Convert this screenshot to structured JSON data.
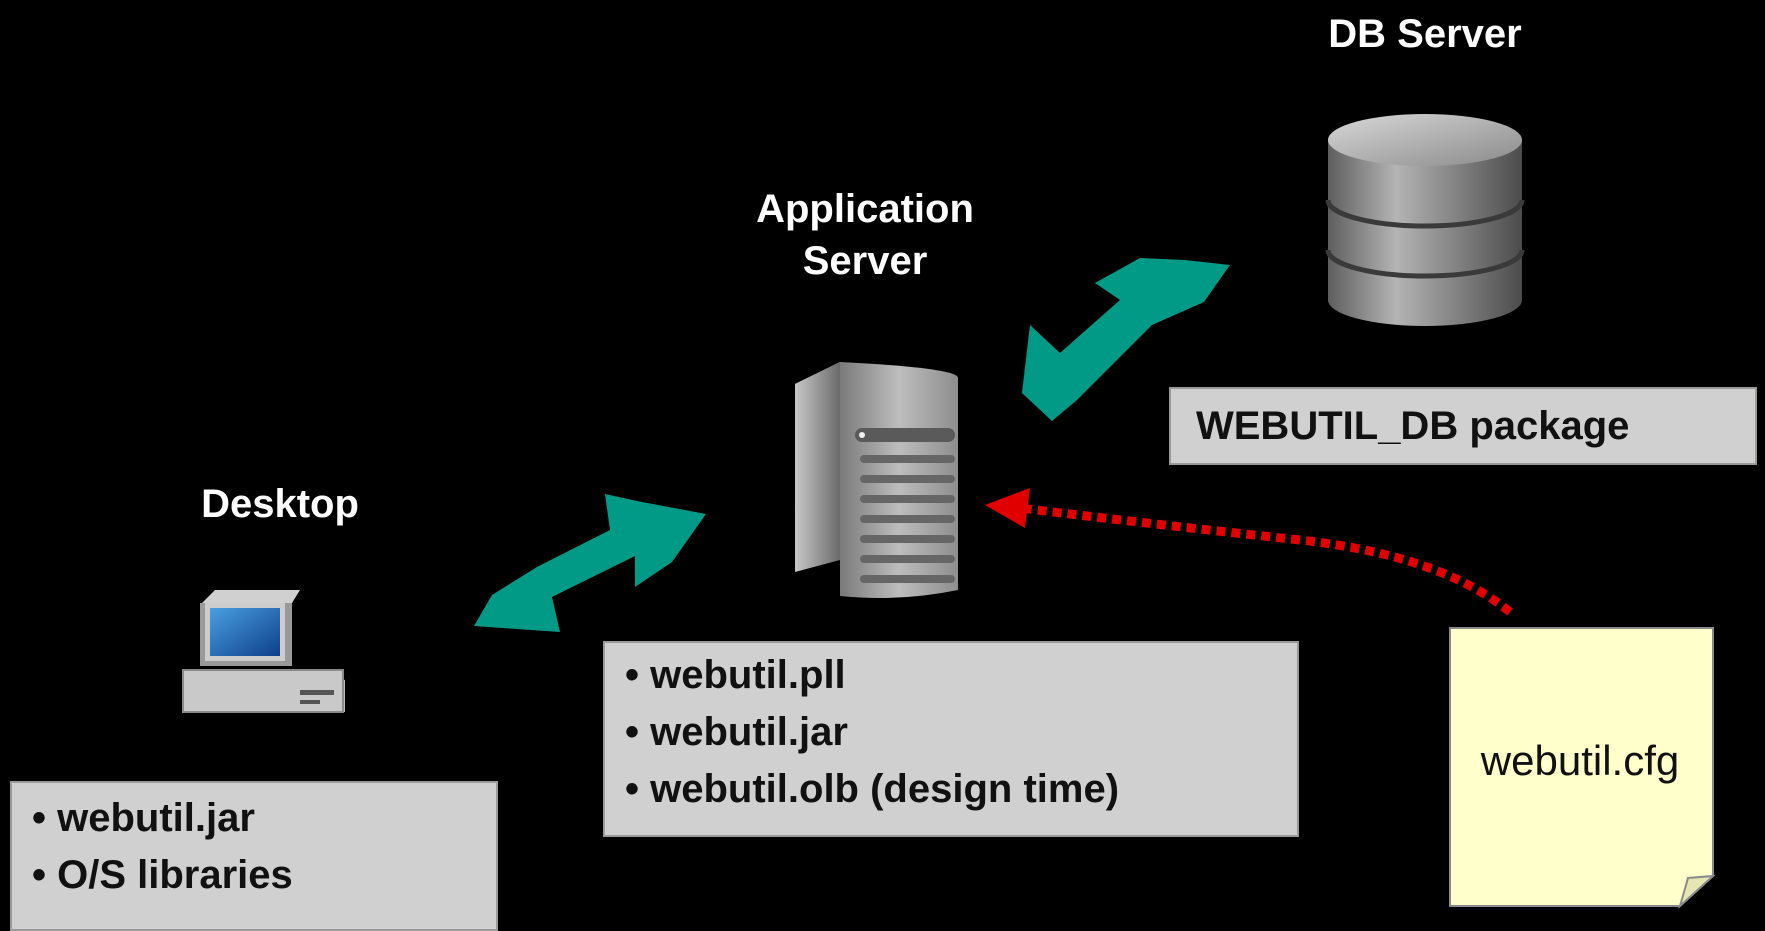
{
  "nodes": {
    "db_server": {
      "label": "DB Server"
    },
    "app_server": {
      "label_line1": "Application",
      "label_line2": "Server"
    },
    "desktop": {
      "label": "Desktop"
    }
  },
  "boxes": {
    "db_package": {
      "text": "WEBUTIL_DB package"
    },
    "app_files": {
      "items": [
        "webutil.pll",
        "webutil.jar",
        "webutil.olb (design time)"
      ]
    },
    "desktop_files": {
      "items": [
        "webutil.jar",
        "O/S libraries"
      ]
    }
  },
  "config_file": {
    "label": "webutil.cfg"
  },
  "colors": {
    "background": "#000000",
    "arrow_teal": "#009a87",
    "arrow_config": "#e00000",
    "box_fill": "#d0d0d0",
    "note_fill": "#ffffcc"
  },
  "icons": {
    "database": "database-icon",
    "server": "server-tower-icon",
    "desktop": "desktop-computer-icon",
    "config": "document-note-icon"
  }
}
